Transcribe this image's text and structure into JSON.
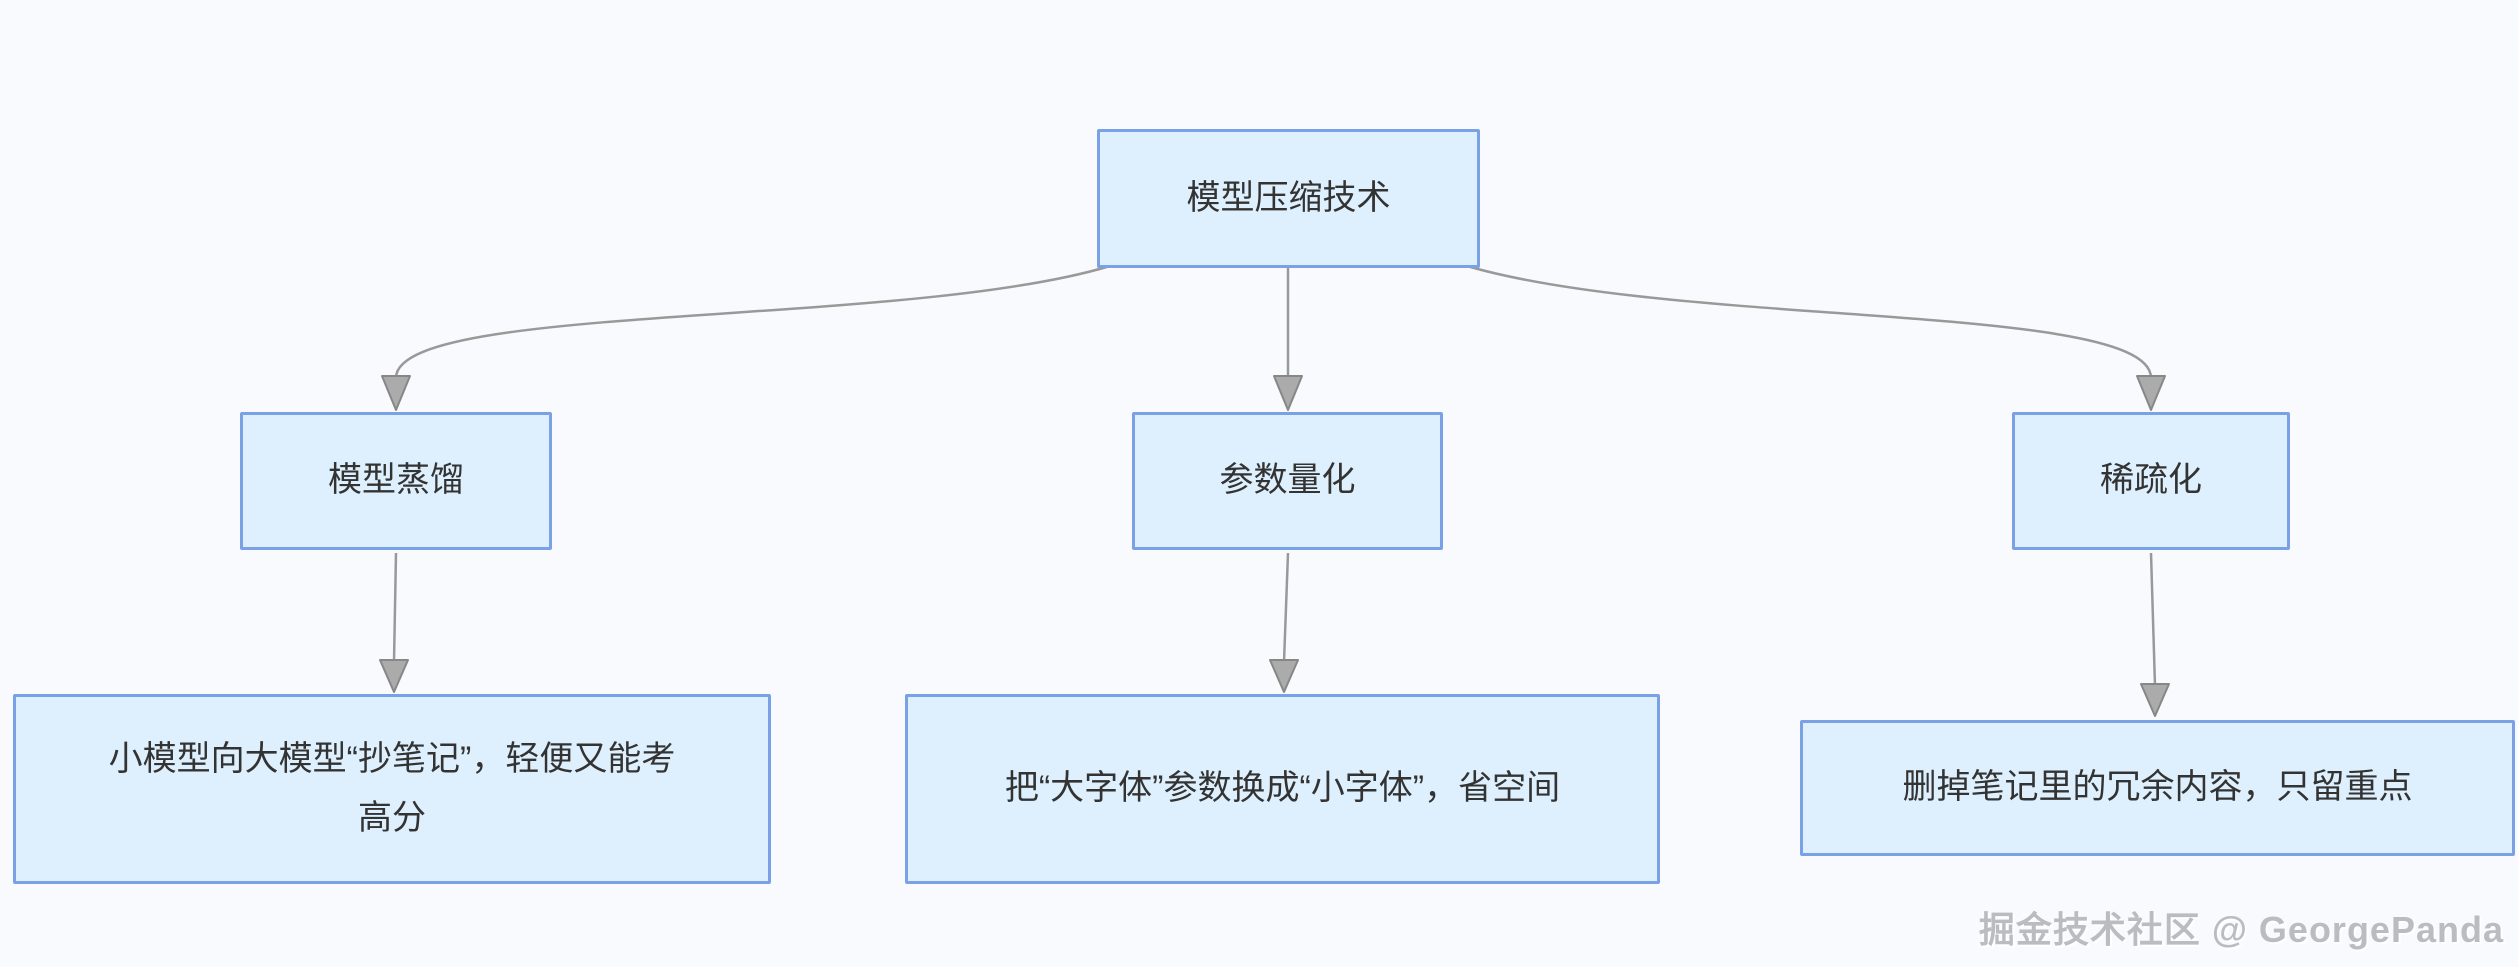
{
  "diagram": {
    "type": "flowchart-top-down",
    "root": {
      "label": "模型压缩技术"
    },
    "branches": [
      {
        "label": "模型蒸馏",
        "description": "小模型向大模型“抄笔记”，轻便又能考高分"
      },
      {
        "label": "参数量化",
        "description": "把“大字体”参数换成“小字体”，省空间"
      },
      {
        "label": "稀疏化",
        "description": "删掉笔记里的冗余内容，只留重点"
      }
    ],
    "edges": [
      {
        "from": "模型压缩技术",
        "to": "模型蒸馏"
      },
      {
        "from": "模型压缩技术",
        "to": "参数量化"
      },
      {
        "from": "模型压缩技术",
        "to": "稀疏化"
      },
      {
        "from": "模型蒸馏",
        "to": "小模型向大模型“抄笔记”，轻便又能考高分"
      },
      {
        "from": "参数量化",
        "to": "把“大字体”参数换成“小字体”，省空间"
      },
      {
        "from": "稀疏化",
        "to": "删掉笔记里的冗余内容，只留重点"
      }
    ]
  },
  "watermark": {
    "text": "掘金技术社区 @ GeorgePanda"
  },
  "colors": {
    "background": "#f8fafd",
    "node_fill": "#def0fd",
    "node_border": "#7aa1e6",
    "edge": "#999999",
    "text": "#333333",
    "watermark": "#b9bdc2"
  }
}
